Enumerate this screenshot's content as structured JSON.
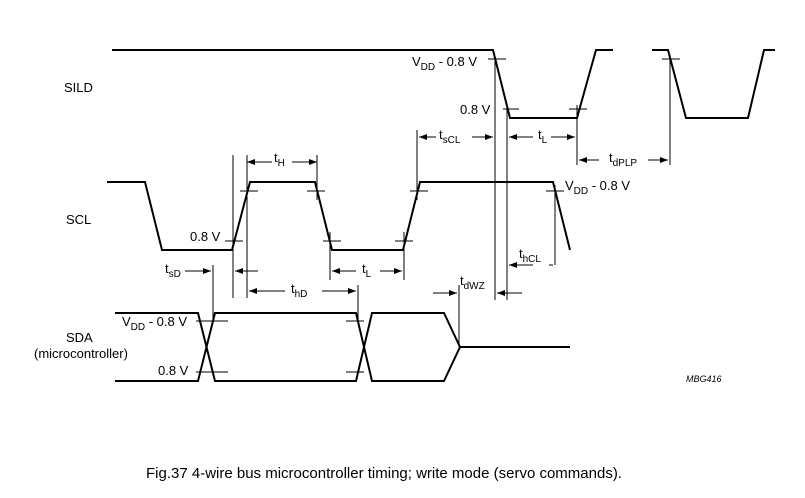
{
  "signals": {
    "sild": "SILD",
    "scl": "SCL",
    "sda_line1": "SDA",
    "sda_line2": "(microcontroller)"
  },
  "levels": {
    "vdd_base": "V",
    "vdd_sub": "DD",
    "vdd_suffix": " - 0.8 V",
    "low": "0.8 V"
  },
  "timings": {
    "t": "t",
    "H": "H",
    "sD": "sD",
    "hD": "hD",
    "L": "L",
    "sCL": "sCL",
    "dWZ": "dWZ",
    "hCL": "hCL",
    "dPLP": "dPLP"
  },
  "figure_ref": "MBG416",
  "caption": "Fig.37  4-wire bus microcontroller timing; write mode (servo commands)."
}
